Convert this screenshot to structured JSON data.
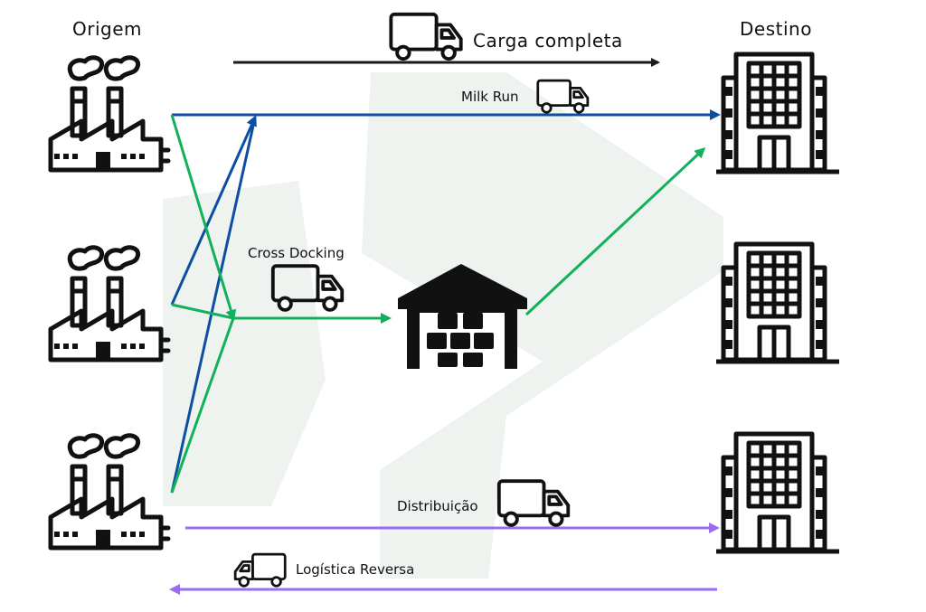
{
  "labels": {
    "origin": "Origem",
    "destination": "Destino",
    "full_load": "Carga completa",
    "milk_run": "Milk Run",
    "cross_docking": "Cross Docking",
    "distribution": "Distribuição",
    "reverse_logistics": "Logística Reversa"
  },
  "colors": {
    "full_load": "#1a1a1a",
    "milk_run": "#0b4ea2",
    "cross_docking": "#10b15a",
    "distribution": "#9b6cf0",
    "reverse_logistics": "#9b6cf0",
    "watermark": "#eef3f0"
  },
  "nodes": {
    "origins": [
      "factory-icon",
      "factory-icon",
      "factory-icon"
    ],
    "hub": "warehouse-icon",
    "destinations": [
      "building-icon",
      "building-icon",
      "building-icon"
    ]
  }
}
